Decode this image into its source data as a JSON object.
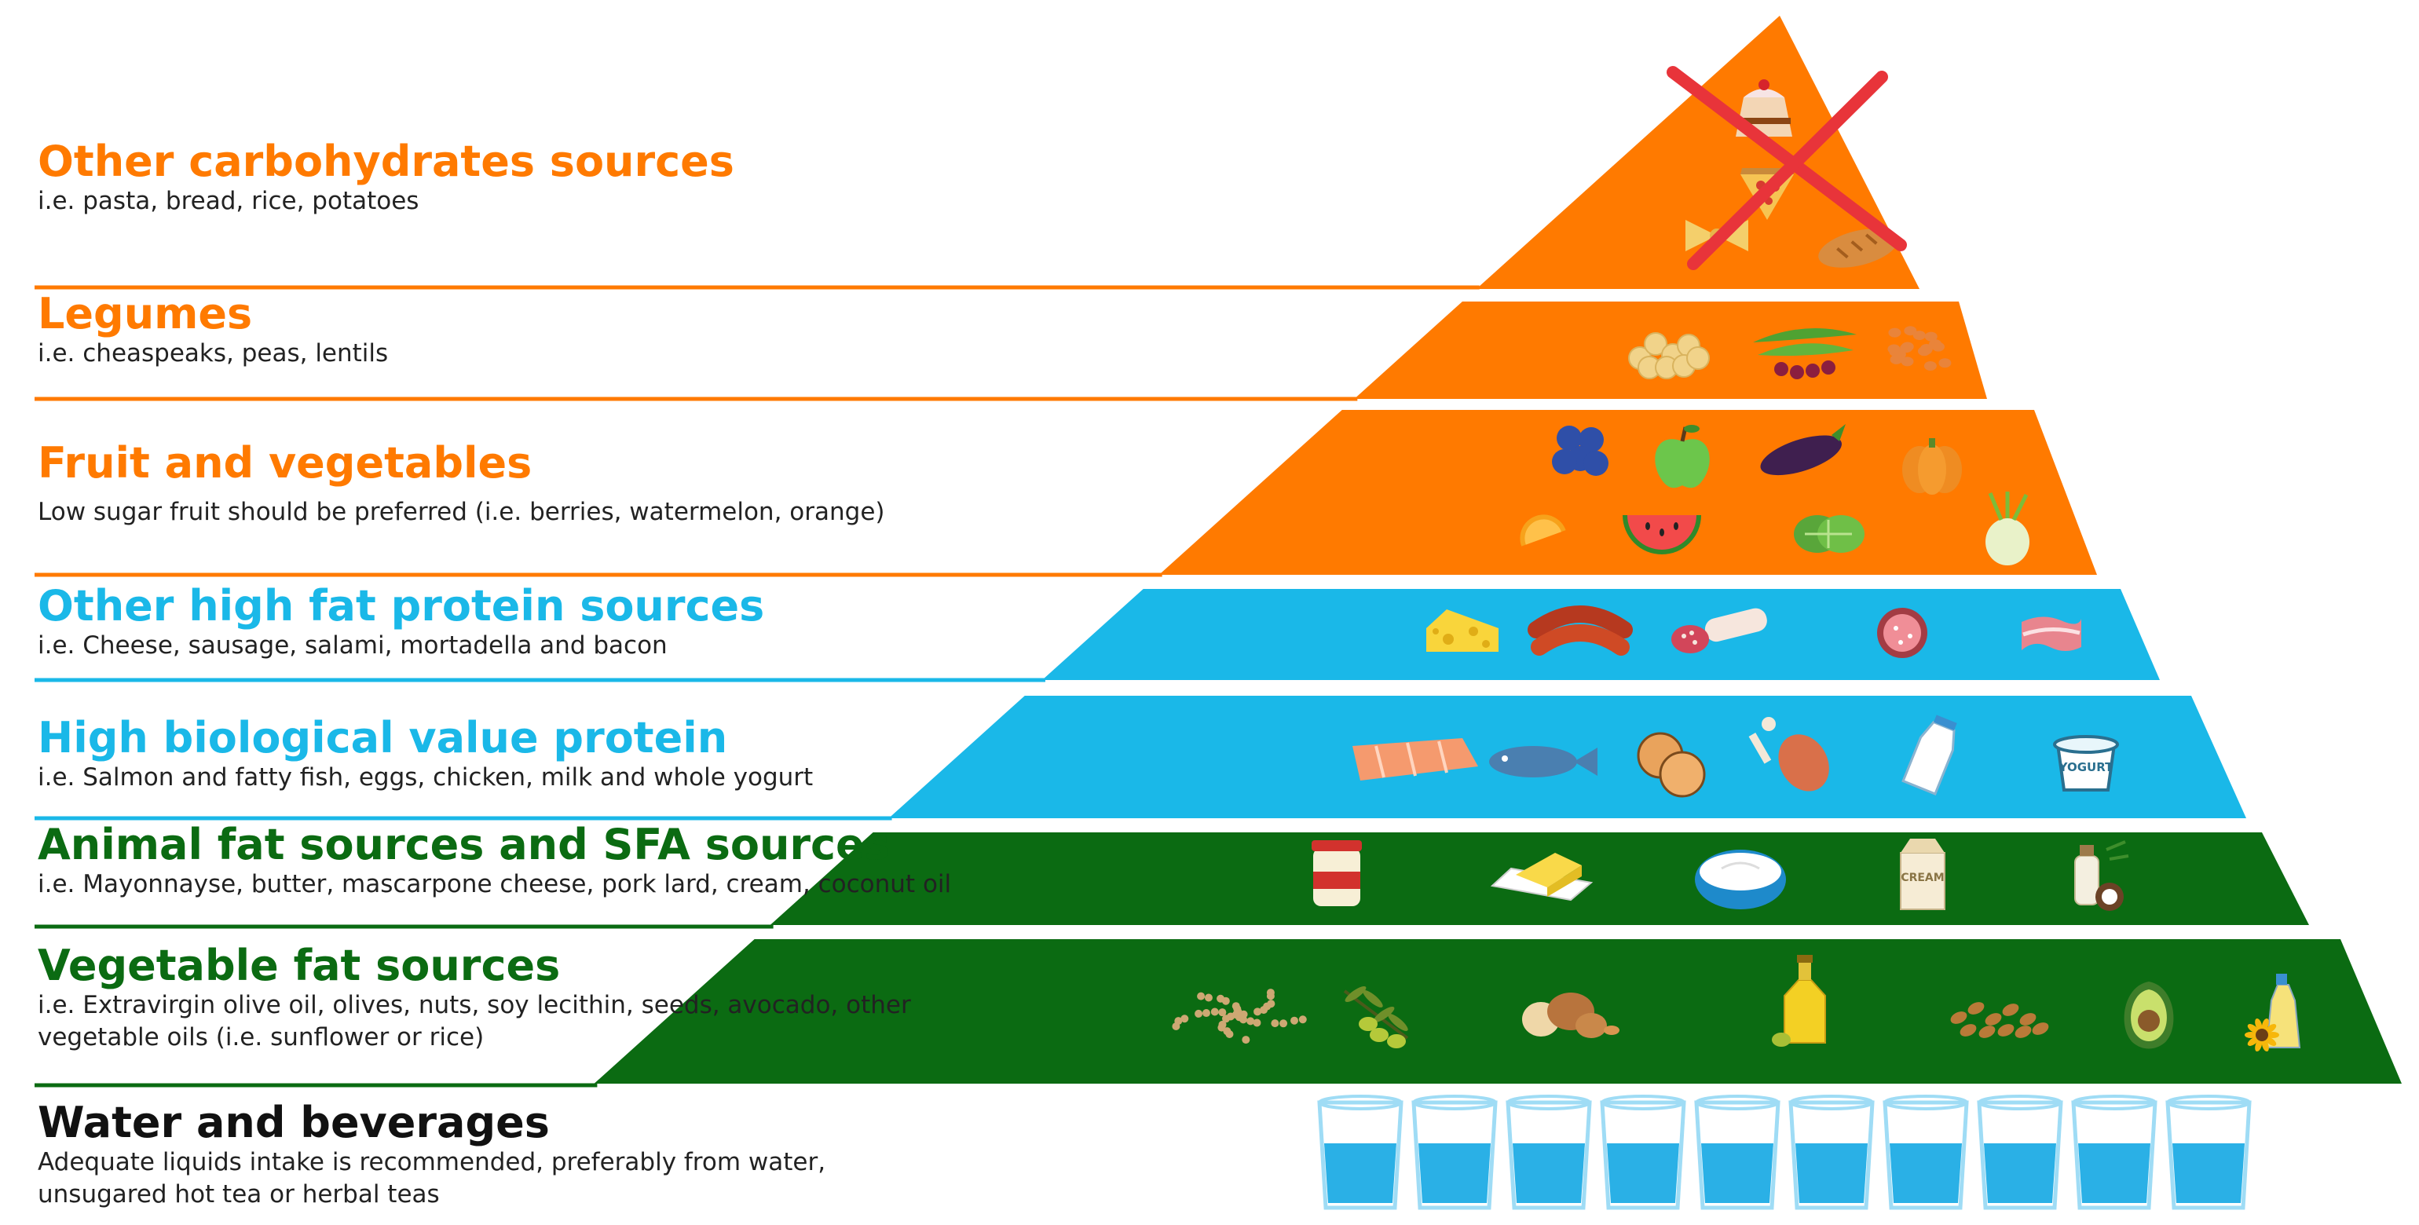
{
  "colors": {
    "orange": "#ff7a00",
    "blue": "#1ab8e8",
    "green": "#0b6b12",
    "black": "#111111",
    "cross": "#e8343a",
    "water": "#2ab0e6",
    "glass": "#9fdcf5"
  },
  "tiers": [
    {
      "id": "carbohydrates",
      "title": "Other carbohydrates sources",
      "desc": [
        "i.e. pasta, bread, rice, potatoes"
      ],
      "color_key": "orange",
      "icons": [
        "cake-icon",
        "pizza-icon",
        "pasta-icon",
        "bread-icon"
      ],
      "crossed_out": true
    },
    {
      "id": "legumes",
      "title": "Legumes",
      "desc": [
        "i.e. cheaspeaks, peas, lentils"
      ],
      "color_key": "orange",
      "icons": [
        "chickpeas-icon",
        "peas-icon",
        "lentils-icon"
      ]
    },
    {
      "id": "fruit-vegetables",
      "title": "Fruit and vegetables",
      "desc": [
        "Low sugar fruit should be preferred (i.e. berries, watermelon, orange)"
      ],
      "color_key": "orange",
      "icons": [
        "blueberries-icon",
        "apple-icon",
        "eggplant-icon",
        "pumpkin-icon",
        "orange-icon",
        "watermelon-icon",
        "lettuce-icon",
        "fennel-icon"
      ]
    },
    {
      "id": "high-fat-protein",
      "title": "Other high fat protein sources",
      "desc": [
        "i.e. Cheese, sausage, salami, mortadella and bacon"
      ],
      "color_key": "blue",
      "icons": [
        "cheese-icon",
        "sausage-icon",
        "salami-icon",
        "mortadella-icon",
        "bacon-icon"
      ]
    },
    {
      "id": "biological-protein",
      "title": "High biological value protein",
      "desc": [
        "i.e. Salmon and fatty fish, eggs, chicken, milk and whole yogurt"
      ],
      "color_key": "blue",
      "icons": [
        "salmon-icon",
        "fish-icon",
        "eggs-icon",
        "chicken-leg-icon",
        "milk-bottle-icon",
        "yogurt-icon"
      ],
      "icon_labels": {
        "yogurt-icon": "YOGURT"
      }
    },
    {
      "id": "animal-fat",
      "title": "Animal fat sources and SFA sources",
      "desc": [
        "i.e. Mayonnayse, butter, mascarpone cheese, pork lard, cream, coconut oil"
      ],
      "color_key": "green",
      "icons": [
        "mayonnaise-jar-icon",
        "butter-icon",
        "mascarpone-bowl-icon",
        "cream-carton-icon",
        "coconut-oil-icon"
      ],
      "icon_labels": {
        "cream-carton-icon": "CREAM"
      }
    },
    {
      "id": "vegetable-fat",
      "title": "Vegetable fat sources",
      "desc": [
        "i.e. Extravirgin olive oil, olives, nuts, soy lecithin, seeds, avocado, other",
        "vegetable oils (i.e. sunflower or rice)"
      ],
      "color_key": "green",
      "icons": [
        "lecithin-granules-icon",
        "olive-branch-icon",
        "nuts-icon",
        "olive-oil-bottle-icon",
        "seeds-icon",
        "avocado-icon",
        "sunflower-oil-icon"
      ]
    },
    {
      "id": "water",
      "title": "Water and beverages",
      "desc": [
        "Adequate liquids intake is recommended, preferably from water,",
        "unsugared hot tea or herbal teas"
      ],
      "color_key": "black",
      "glass_count": 10,
      "glass_icon": "water-glass-icon"
    }
  ]
}
